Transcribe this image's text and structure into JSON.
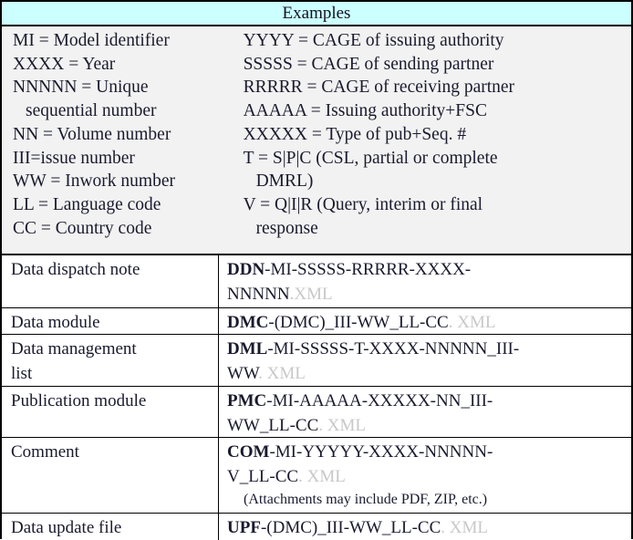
{
  "header": {
    "title": "Examples",
    "bg_color": "#CCFFFF"
  },
  "legend": {
    "bg_color": "#F2F2F2",
    "left_lines": [
      {
        "text": "MI = Model identifier",
        "continuation": false
      },
      {
        "text": "XXXX = Year",
        "continuation": false
      },
      {
        "text": "NNNNN = Unique",
        "continuation": false
      },
      {
        "text": "sequential number",
        "continuation": true
      },
      {
        "text": "NN = Volume number",
        "continuation": false
      },
      {
        "text": "III=issue number",
        "continuation": false
      },
      {
        "text": "WW = Inwork number",
        "continuation": false
      },
      {
        "text": "LL = Language code",
        "continuation": false
      },
      {
        "text": "CC = Country code",
        "continuation": false
      }
    ],
    "right_lines": [
      {
        "text": "YYYY = CAGE of issuing authority",
        "continuation": false
      },
      {
        "text": "SSSSS = CAGE of sending partner",
        "continuation": false
      },
      {
        "text": "RRRRR = CAGE of receiving partner",
        "continuation": false
      },
      {
        "text": "AAAAA = Issuing authority+FSC",
        "continuation": false
      },
      {
        "text": "XXXXX = Type of pub+Seq. #",
        "continuation": false
      },
      {
        "text": "T = S|P|C (CSL, partial or complete",
        "continuation": false
      },
      {
        "text": "DMRL)",
        "continuation": true
      },
      {
        "text": "V = Q|I|R (Query, interim or final",
        "continuation": false
      },
      {
        "text": "response",
        "continuation": true
      }
    ]
  },
  "xml_color": "#C8C8C8",
  "rows": [
    {
      "label": "Data dispatch note",
      "lines": [
        {
          "prefix": "DDN",
          "rest": "-MI-SSSSS-RRRRR-XXXX-",
          "xml": ""
        },
        {
          "prefix": "",
          "rest": "NNNNN",
          "xml": ".XML"
        }
      ],
      "note": ""
    },
    {
      "label": "Data module",
      "lines": [
        {
          "prefix": "DMC",
          "rest": "-(DMC)_III-WW_LL-CC",
          "xml": ". XML"
        }
      ],
      "note": ""
    },
    {
      "label": "Data management list",
      "label_lines": [
        "Data management",
        "list"
      ],
      "lines": [
        {
          "prefix": "DML",
          "rest": "-MI-SSSSS-T-XXXX-NNNNN_III-",
          "xml": ""
        },
        {
          "prefix": "",
          "rest": "WW",
          "xml": ". XML"
        }
      ],
      "note": ""
    },
    {
      "label": "Publication module",
      "lines": [
        {
          "prefix": "PMC",
          "rest": "-MI-AAAAA-XXXXX-NN_III-",
          "xml": ""
        },
        {
          "prefix": "",
          "rest": "WW_LL-CC",
          "xml": ". XML"
        }
      ],
      "note": ""
    },
    {
      "label": "Comment",
      "lines": [
        {
          "prefix": "COM",
          "rest": "-MI-YYYYY-XXXX-NNNNN-",
          "xml": ""
        },
        {
          "prefix": "",
          "rest": "V_LL-CC",
          "xml": ". XML"
        }
      ],
      "note": "(Attachments may include PDF, ZIP, etc.)"
    },
    {
      "label": "Data update file",
      "lines": [
        {
          "prefix": "UPF",
          "rest": "-(DMC)_III-WW_LL-CC",
          "xml": ". XML"
        }
      ],
      "note": ""
    }
  ]
}
